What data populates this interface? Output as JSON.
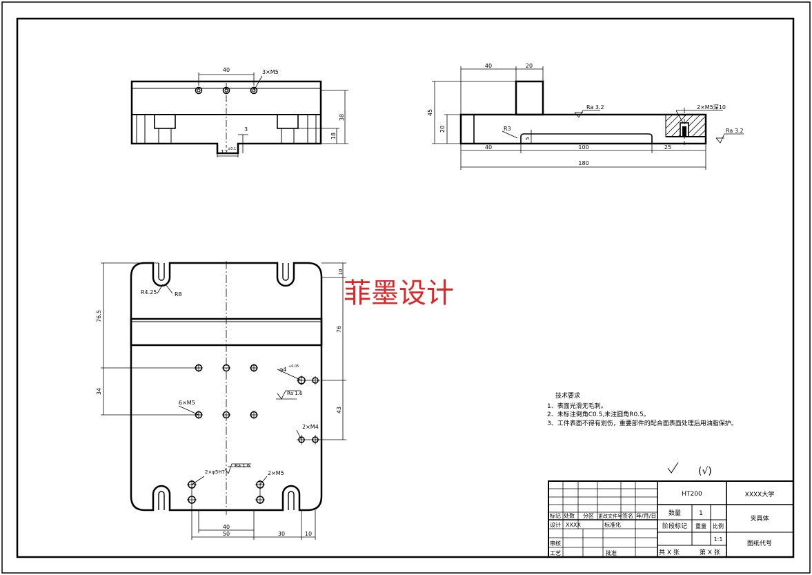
{
  "watermark": "菲墨设计",
  "colors": {
    "line": "#000000",
    "watermark": "#d8282a"
  },
  "front_view": {
    "dim_40": "40",
    "holes_note": "3×M5",
    "dim_38": "38",
    "dim_18": "18",
    "dim_3": "3",
    "slot": "12",
    "slot_tol": "±0.1"
  },
  "side_view": {
    "dim_40_top": "40",
    "dim_20_top": "20",
    "dim_45": "45",
    "dim_20_left": "20",
    "ra_top": "Ra 3.2",
    "thread_note": "2×M5深10",
    "ra_right": "Ra 3.2",
    "r3": "R3",
    "dim_5": "5",
    "dim_40_bottom": "40",
    "dim_100": "100",
    "dim_25": "25",
    "dim_180": "180"
  },
  "plan_view": {
    "dim_10": "10",
    "r425": "R4.25",
    "r8": "R8",
    "dim_765": "76.5",
    "dim_76": "76",
    "dim_34": "34",
    "phi4": "φ4",
    "phi4_tol": "+0.05",
    "ra16_a": "Ra 1.6",
    "six_m5": "6×M5",
    "dim_43": "43",
    "two_m4": "2×M4",
    "two_phi5": "2×φ5H7",
    "ra16_b": "Ra 1.6",
    "two_m5": "2×M5",
    "dim_40": "40",
    "dim_50": "50",
    "dim_30": "30",
    "dim_10b": "10"
  },
  "tech_requirements": {
    "title": "技术要求",
    "items": [
      "1、表面光滑无毛刺。",
      "2、未标注倒角C0.5,未注圆角R0.5。",
      "3、工件表面不得有划伤，重要部件的配合面表面处理后用油脂保护。"
    ]
  },
  "roughness_symbol": "(√)",
  "title_block": {
    "material": "HT200",
    "school": "XXXX大学",
    "qty_label": "数量",
    "qty_value": "1",
    "part_name": "夹具体",
    "stage_label": "阶段标记",
    "weight_label": "重量",
    "scale_label": "比例",
    "scale_value": "1:1",
    "drawing_no": "图纸代号",
    "sheets": "共  X  张",
    "sheet_no": "第  X  张",
    "h_mark": "标记",
    "h_count": "处数",
    "h_zone": "分区",
    "h_docno": "更改文件号",
    "h_sign": "签名",
    "h_date": "年/月/日",
    "design_label": "设计",
    "design_value": "XXXX",
    "standard_label": "标准化",
    "review_label": "审核",
    "process_label": "工艺",
    "approve_label": "批准"
  }
}
